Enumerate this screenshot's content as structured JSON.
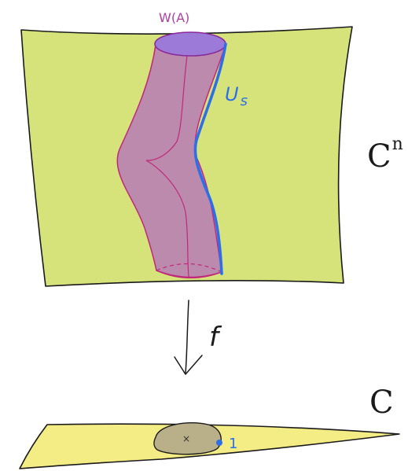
{
  "labels": {
    "tube_label": "W(A)",
    "boundary_label": "U",
    "boundary_sub": "s",
    "map_label": "f",
    "upper_space_base": "C",
    "upper_space_exp": "n",
    "lower_space": "C",
    "center_mark": "×",
    "point_label": "1"
  },
  "colors": {
    "sheet_fill": "#d6e37a",
    "lower_fill": "#f4ec84",
    "tube_fill": "#b77ab5",
    "tube_stroke": "#c0287c",
    "top_ellipse_fill": "#9b7ad8",
    "boundary_blue": "#2d6fe8",
    "label_purple": "#b23ea2",
    "disk_fill": "#b9b08a",
    "ink": "#1a1a1a"
  }
}
